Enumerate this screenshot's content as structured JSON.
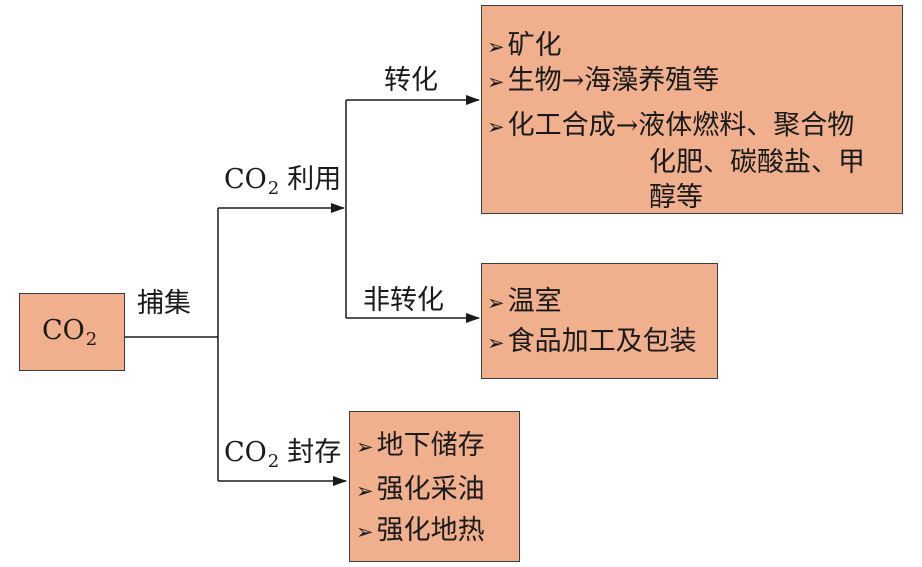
{
  "source": {
    "main": "CO",
    "sub": "2"
  },
  "capture_label": "捕集",
  "utilization": {
    "prefix": "CO",
    "sub": "2",
    "text": "利用"
  },
  "storage": {
    "prefix": "CO",
    "sub": "2",
    "text": "封存"
  },
  "conversion_label": "转化",
  "nonconversion_label": "非转化",
  "bullet": "➢",
  "conversion_items": [
    "矿化",
    "生物→海藻养殖等",
    "化工合成→液体燃料、聚合物",
    "化肥、碳酸盐、甲",
    "醇等"
  ],
  "nonconversion_items": [
    "温室",
    "食品加工及包装"
  ],
  "storage_items": [
    "地下储存",
    "强化采油",
    "强化地热"
  ],
  "colors": {
    "box_fill": "#f0b08e",
    "box_border": "#3c3c3c",
    "line": "#1a1a1a"
  }
}
